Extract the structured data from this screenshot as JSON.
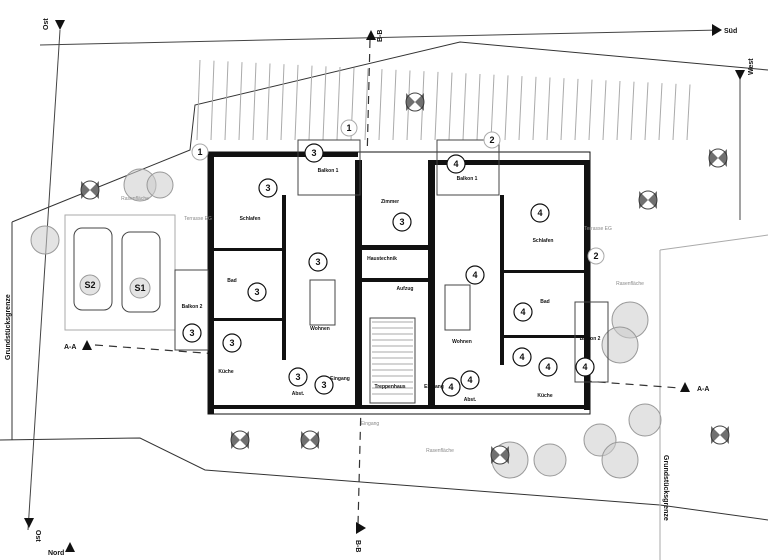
{
  "compass": {
    "ost_top": "Ost",
    "ost_bottom": "Ost",
    "sued": "Süd",
    "west": "West",
    "nord": "Nord"
  },
  "sections": {
    "aa_left": "A-A",
    "aa_right": "A-A",
    "bb_top": "B-B",
    "bb_bottom": "B-B"
  },
  "site": {
    "boundary_left": "Grundstücksgrenze",
    "boundary_right": "Grundstücksgrenze",
    "lawn_1": "Rasenfläche",
    "lawn_2": "Rasenfläche",
    "lawn_3": "Rasenfläche",
    "entrance_path": "Eingang",
    "parking": [
      "S2",
      "S1"
    ],
    "terrace_numbers": [
      "1",
      "2",
      "1",
      "2"
    ]
  },
  "unit_left": {
    "number": "3",
    "rooms": {
      "schlafen": "Schlafen",
      "bad": "Bad",
      "kueche": "Küche",
      "wohnen": "Wohnen",
      "abst": "Abst.",
      "eingang": "Eingang",
      "zimmer": "Zimmer",
      "balkon1": "Balkon 1",
      "balkon2": "Balkon 2",
      "terrasse": "Terrasse EG"
    }
  },
  "unit_right": {
    "number": "4",
    "rooms": {
      "schlafen": "Schlafen",
      "bad": "Bad",
      "kueche": "Küche",
      "wohnen": "Wohnen",
      "abst": "Abst.",
      "eingang": "Eingang",
      "balkon1": "Balkon 1",
      "balkon2": "Balkon 2",
      "terrasse": "Terrasse EG"
    }
  },
  "core": {
    "haustechnik": "Haustechnik",
    "aufzug": "Aufzug",
    "treppenhaus": "Treppenhaus"
  }
}
